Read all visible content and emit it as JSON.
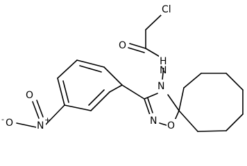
{
  "molecule": {
    "atoms": {
      "chlorine": "Cl",
      "carbonyl_oxygen": "O",
      "amide_nitrogen": "N",
      "amide_hydrogen": "H",
      "ring_nitrogen_4": "N",
      "ring_nitrogen_2": "N",
      "ring_oxygen_1": "O",
      "nitro_nitrogen": "N",
      "nitro_oxygen_top": "O",
      "nitro_oxygen_left": "O",
      "nitro_n_charge": "+",
      "nitro_o_charge": "-"
    },
    "colors": {
      "bond": "#000000",
      "background": "#ffffff"
    }
  }
}
